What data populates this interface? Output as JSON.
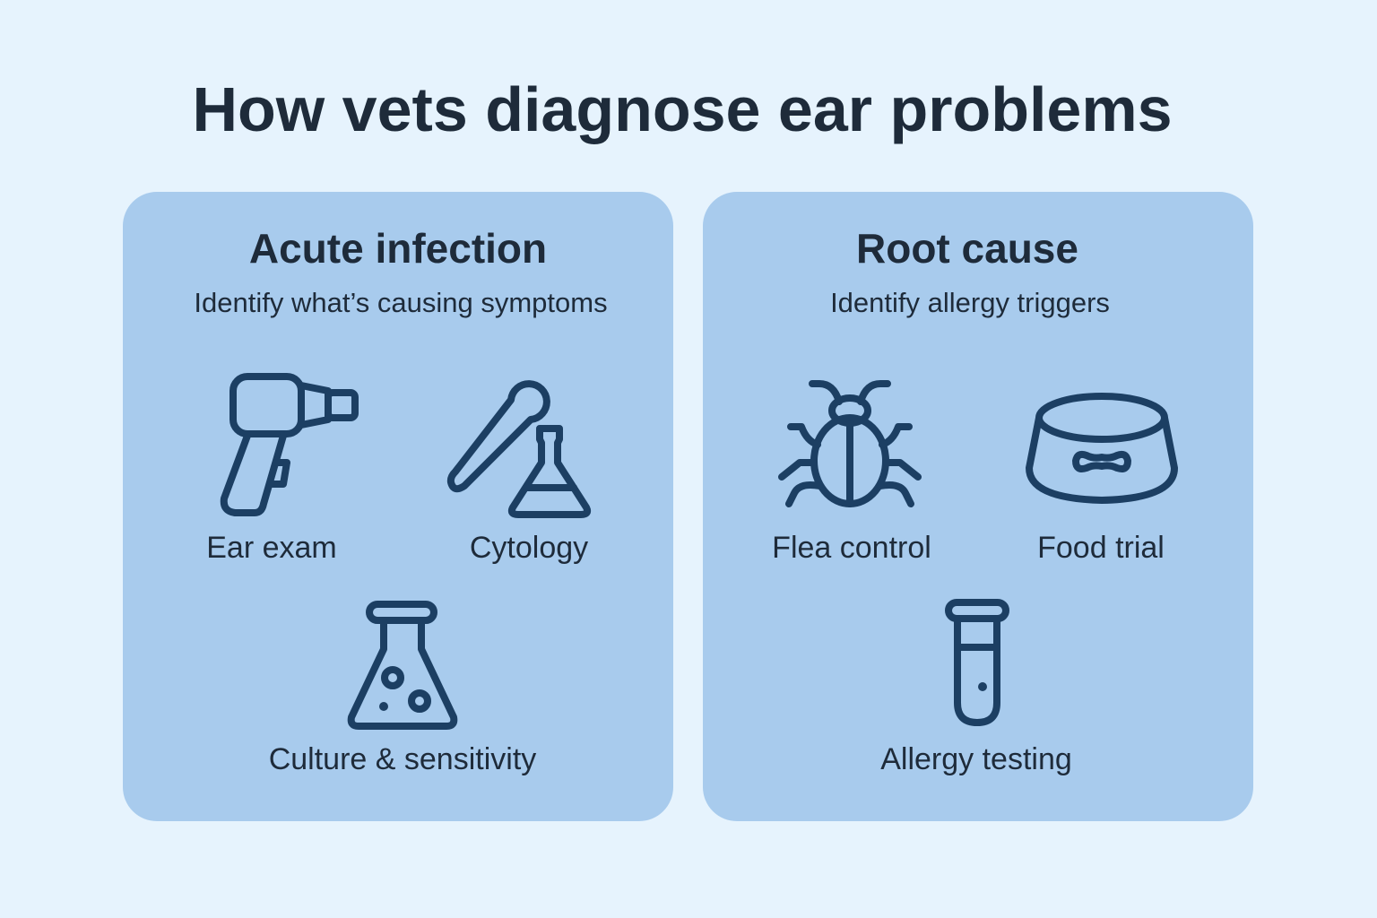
{
  "title": "How vets diagnose ear problems",
  "colors": {
    "background": "#e6f3fd",
    "card": "#a8cbed",
    "text": "#1e2b3a",
    "icon_stroke": "#1c3f63"
  },
  "panels": [
    {
      "title": "Acute infection",
      "subtitle": "Identify what’s causing symptoms",
      "items": [
        {
          "label": "Ear exam",
          "icon": "otoscope-icon"
        },
        {
          "label": "Cytology",
          "icon": "swab-and-flask-icon"
        },
        {
          "label": "Culture & sensitivity",
          "icon": "flask-icon"
        }
      ]
    },
    {
      "title": "Root cause",
      "subtitle": "Identify allergy triggers",
      "items": [
        {
          "label": "Flea control",
          "icon": "bug-icon"
        },
        {
          "label": "Food trial",
          "icon": "food-bowl-icon"
        },
        {
          "label": "Allergy testing",
          "icon": "test-tube-icon"
        }
      ]
    }
  ]
}
